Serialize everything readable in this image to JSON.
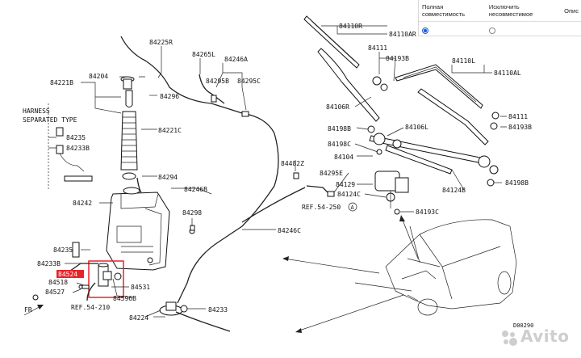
{
  "table": {
    "headers": [
      "Полная совместимость",
      "Исключить несовместимое",
      "Опис"
    ],
    "row": {
      "full_selected": true,
      "exclude_selected": false
    }
  },
  "harness_title": [
    "HARNESS",
    "SEPARATED TYPE"
  ],
  "labels": {
    "p84225R": "84225R",
    "p84265L": "84265L",
    "p84246A": "84246A",
    "p84221B": "84221B",
    "p84204": "84204",
    "p84295B": "84295B",
    "p84295C": "84295C",
    "p84296": "84296",
    "p84221C": "84221C",
    "p84235a": "84235",
    "p84233Ba": "84233B",
    "p84294": "84294",
    "p84246B": "84246B",
    "p84242": "84242",
    "p84298": "84298",
    "p84246C": "84246C",
    "p84235b": "84235",
    "p84233Bb": "84233B",
    "p84524": "84524",
    "p84531": "84531",
    "p84518": "84518",
    "p84527": "84527",
    "p84596B": "84596B",
    "ref1": "REF.54-210",
    "p84233": "84233",
    "p84224": "84224",
    "fr": "FR",
    "p84110R": "84110R",
    "p84110AR": "84110AR",
    "p84111a": "84111",
    "p84193Ba": "84193B",
    "p84110L": "84110L",
    "p84110AL": "84110AL",
    "p84106R": "84106R",
    "p84111b": "84111",
    "p84193Bb": "84193B",
    "p84198Ba": "84198B",
    "p84106L": "84106L",
    "p84198C": "84198C",
    "p84104": "84104",
    "p84482Z": "84482Z",
    "p84295E": "84295E",
    "p84129": "84129",
    "p84124C": "84124C",
    "p84124B": "84124B",
    "p84198Bb": "84198B",
    "ref2": "REF.54-250",
    "refA": "A",
    "p84193C": "84193C",
    "code": "D00290"
  },
  "watermark": "Avito",
  "colors": {
    "highlight": "#e8242b",
    "ink": "#111111"
  }
}
